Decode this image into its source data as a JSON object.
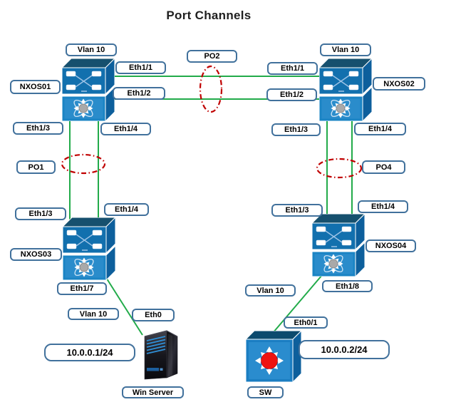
{
  "title": "Port Channels",
  "colors": {
    "link_green": "#22ab4a",
    "port_channel_red": "#c00000",
    "label_border_blue": "#41719c",
    "switch_front_blue": "#1b84c4",
    "switch_top_navy": "#16506e",
    "switch_side_blue": "#0d5f9c",
    "sw_hub_red": "#ee1310"
  },
  "port_channels": {
    "po1": {
      "label": "PO1"
    },
    "po2": {
      "label": "PO2"
    },
    "po4": {
      "label": "PO4"
    }
  },
  "devices": {
    "nxos01": {
      "name": "NXOS01",
      "vlan": "Vlan 10",
      "ports": {
        "p1": "Eth1/1",
        "p2": "Eth1/2",
        "p3": "Eth1/3",
        "p4": "Eth1/4"
      }
    },
    "nxos02": {
      "name": "NXOS02",
      "vlan": "Vlan 10",
      "ports": {
        "p1": "Eth1/1",
        "p2": "Eth1/2",
        "p3": "Eth1/3",
        "p4": "Eth1/4"
      }
    },
    "nxos03": {
      "name": "NXOS03",
      "vlan": "Vlan 10",
      "ports": {
        "p3": "Eth1/3",
        "p4": "Eth1/4",
        "p7": "Eth1/7"
      }
    },
    "nxos04": {
      "name": "NXOS04",
      "vlan": "Vlan 10",
      "ports": {
        "p3": "Eth1/3",
        "p4": "Eth1/4",
        "p8": "Eth1/8"
      }
    },
    "win_server": {
      "name": "Win Server",
      "port": "Eth0",
      "ip": "10.0.0.1/24"
    },
    "sw": {
      "name": "SW",
      "port": "Eth0/1",
      "ip": "10.0.0.2/24"
    }
  }
}
